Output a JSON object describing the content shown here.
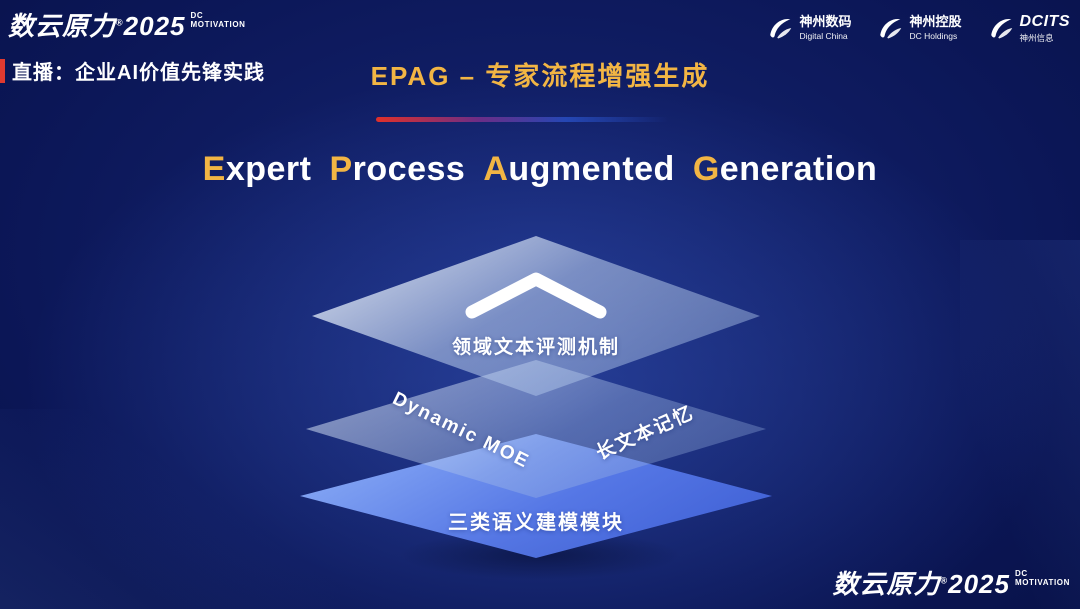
{
  "colors": {
    "gold": "#f2b544",
    "accent_red": "#e03a30",
    "layer_blue": "#5a7dee",
    "background_deep": "#050d38",
    "background_mid": "#0b1656"
  },
  "icons": {
    "chevron": "chevron-up-icon",
    "partner_logo": "swoosh-logo-icon"
  },
  "header": {
    "brand": {
      "name": "数云原力",
      "reg": "®",
      "year": "2025",
      "line1": "DC",
      "line2": "MOTIVATION"
    },
    "live_label": "直播：企业AI价值先锋实践",
    "page_title": "EPAG – 专家流程增强生成",
    "logos": [
      {
        "cn": "神州数码",
        "en": "Digital China"
      },
      {
        "cn": "神州控股",
        "en": "DC Holdings"
      },
      {
        "cn": "DCITS",
        "en": "神州信息"
      }
    ]
  },
  "main": {
    "headline_parts": [
      {
        "cap": "E",
        "rest": "xpert"
      },
      {
        "cap": "P",
        "rest": "rocess"
      },
      {
        "cap": "A",
        "rest": "ugmented"
      },
      {
        "cap": "G",
        "rest": "eneration"
      }
    ],
    "stack": {
      "top_label": "领域文本评测机制",
      "mid_left_label": "Dynamic MOE",
      "mid_right_label": "长文本记忆",
      "bottom_label": "三类语义建模模块"
    }
  },
  "footer": {
    "brand": {
      "name": "数云原力",
      "reg": "®",
      "year": "2025",
      "line1": "DC",
      "line2": "MOTIVATION"
    }
  }
}
